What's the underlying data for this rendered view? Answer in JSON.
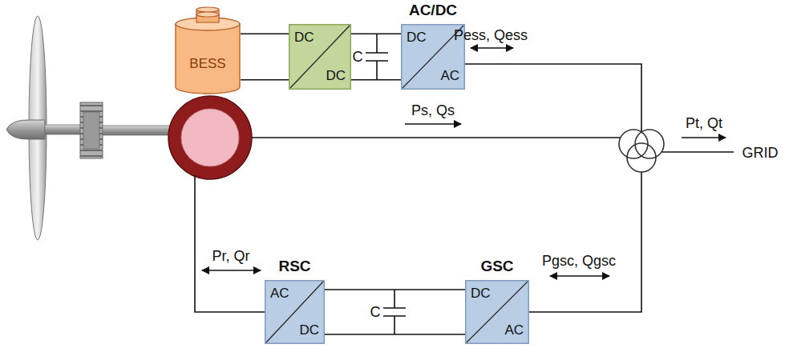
{
  "diagram": {
    "nodes": [
      {
        "text": [
          "BESS"
        ]
      },
      {
        "text": [
          "DC",
          "DC"
        ]
      },
      {
        "text": [
          "AC/DC",
          "DC",
          "AC"
        ]
      },
      {
        "text": [
          "RSC",
          "AC",
          "DC"
        ]
      },
      {
        "text": [
          "GSC",
          "DC",
          "AC"
        ]
      }
    ],
    "edges": [
      {
        "from": 0,
        "to": 1,
        "arrow": "none"
      },
      {
        "from": 1,
        "to": 2,
        "arrow": "none"
      },
      {
        "from": 3,
        "to": 4,
        "arrow": "none"
      }
    ],
    "labels": [
      "C",
      "C",
      "Pess, Qess",
      "Ps, Qs",
      "Pr, Qr",
      "Pgsc, Qgsc",
      "Pt, Qt",
      "GRID"
    ]
  }
}
